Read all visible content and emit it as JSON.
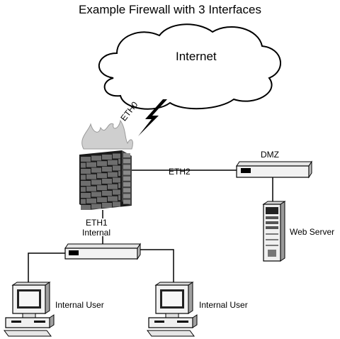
{
  "title": "Example Firewall with 3 Interfaces",
  "nodes": {
    "cloud": {
      "label": "Internet",
      "icon": "cloud-icon"
    },
    "firewall": {
      "icon": "brick-firewall-icon",
      "fire_color": "#c8c8c8"
    },
    "dmz_switch": {
      "label": "DMZ",
      "icon": "network-hub-icon"
    },
    "internal_switch": {
      "label": "Internal",
      "icon": "network-hub-icon"
    },
    "web_server": {
      "label": "Web Server",
      "icon": "tower-server-icon"
    },
    "user_left": {
      "label": "Internal User",
      "icon": "desktop-computer-icon"
    },
    "user_right": {
      "label": "Internal User",
      "icon": "desktop-computer-icon"
    }
  },
  "links": {
    "eth0": "ETH0",
    "eth1": "ETH1",
    "eth2": "ETH2"
  },
  "colors": {
    "line": "#000000",
    "device_fill": "#f2f2f2",
    "brick": "#6e6e6e",
    "mortar": "#1a1a1a"
  }
}
